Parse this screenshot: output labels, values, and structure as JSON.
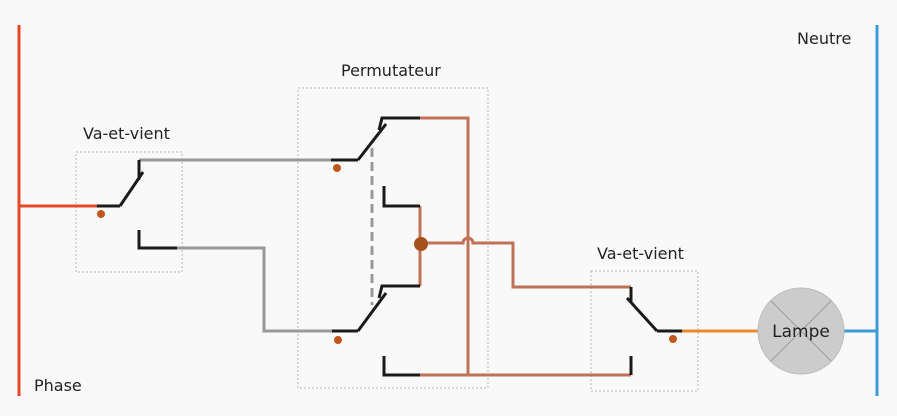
{
  "labels": {
    "phase": "Phase",
    "neutre": "Neutre",
    "va_et_vient_left": "Va-et-vient",
    "permutateur": "Permutateur",
    "va_et_vient_right": "Va-et-vient",
    "lampe": "Lampe"
  },
  "colors": {
    "phase": "#e2492a",
    "neutre": "#3a9bd5",
    "traveler_grey": "#999999",
    "traveler_brown": "#c07256",
    "switch_black": "#1a1a1a",
    "contact_dot": "#c0561b",
    "lamp_feed": "#e8892a",
    "lamp_fill": "#cccccc",
    "box_border": "#b8b8b8",
    "junction": "#a4521e"
  }
}
